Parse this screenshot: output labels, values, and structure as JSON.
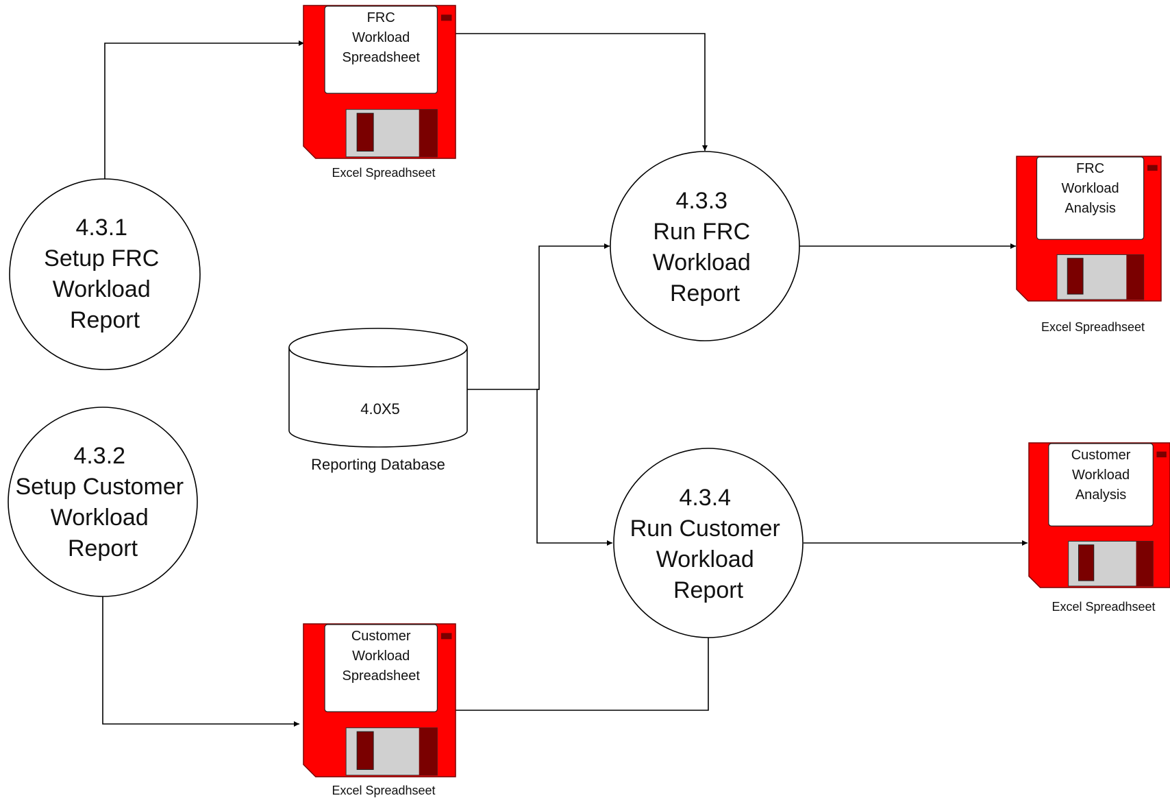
{
  "colors": {
    "disk_body": "#ff0000",
    "disk_dark": "#7a0000",
    "disk_shutter": "#d0d0d0",
    "line": "#000000"
  },
  "processes": {
    "p431": {
      "lines": [
        "4.3.1",
        "Setup FRC",
        "Workload",
        "Report"
      ]
    },
    "p432": {
      "lines": [
        "4.3.2",
        "Setup Customer",
        "Workload",
        "Report"
      ]
    },
    "p433": {
      "lines": [
        "4.3.3",
        "Run FRC",
        "Workload",
        "Report"
      ]
    },
    "p434": {
      "lines": [
        "4.3.4",
        "Run Customer",
        "Workload",
        "Report"
      ]
    }
  },
  "stores": {
    "frc_spreadsheet": {
      "lines": [
        "FRC",
        "Workload",
        "Spreadsheet"
      ],
      "caption": "Excel Spreadhseet",
      "icon": "floppy-disk-icon"
    },
    "customer_spreadsheet": {
      "lines": [
        "Customer",
        "Workload",
        "Spreadsheet"
      ],
      "caption": "Excel Spreadhseet",
      "icon": "floppy-disk-icon"
    },
    "frc_analysis": {
      "lines": [
        "FRC",
        "Workload",
        "Analysis"
      ],
      "caption": "Excel Spreadhseet",
      "icon": "floppy-disk-icon"
    },
    "customer_analysis": {
      "lines": [
        "Customer",
        "Workload",
        "Analysis"
      ],
      "caption": "Excel Spreadhseet",
      "icon": "floppy-disk-icon"
    }
  },
  "database": {
    "label": "4.0X5",
    "caption": "Reporting Database",
    "icon": "database-cylinder-icon"
  }
}
